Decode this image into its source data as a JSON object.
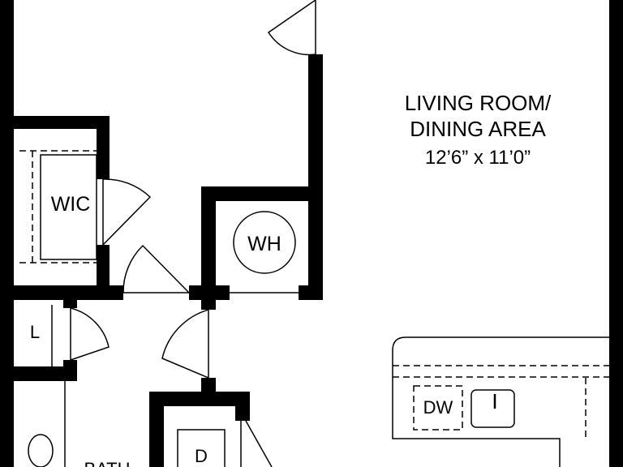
{
  "rooms": {
    "living_title_line1": "LIVING ROOM/",
    "living_title_line2": "DINING AREA",
    "living_dimensions": "12’6” x 11’0”",
    "wic": "WIC",
    "wh": "WH",
    "linen": "L",
    "dishwasher": "DW",
    "dryer": "D",
    "bath": "BATH"
  },
  "colors": {
    "wall": "#000000",
    "background": "#ffffff"
  }
}
